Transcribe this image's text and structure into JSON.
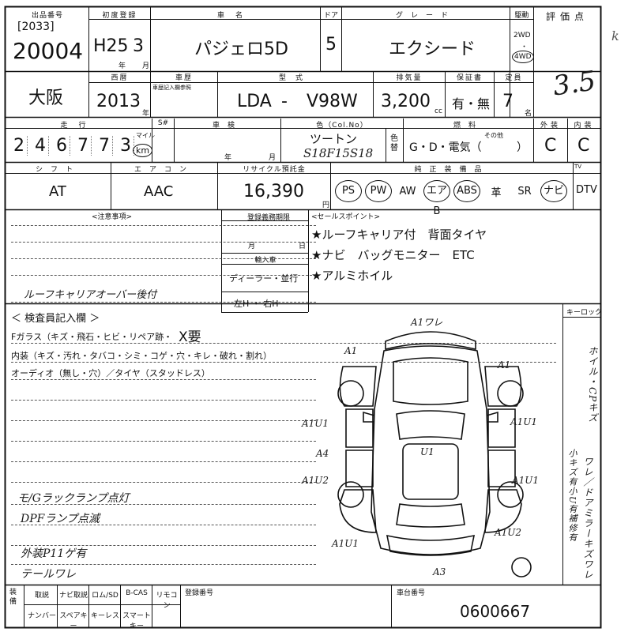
{
  "header": {
    "lot_label": "出品番号",
    "lot_sub": "[2033]",
    "lot_no": "20004",
    "first_reg_label": "初度登録",
    "first_reg_era": "H25",
    "first_reg_month": "3",
    "year_unit": "年",
    "month_unit": "月",
    "car_name_label": "車名",
    "car_name": "パジェロ5D",
    "door_label": "ドア",
    "doors": "5",
    "grade_label": "グレード",
    "grade": "エクシード",
    "drive_label": "駆動",
    "drive_2wd": "2WD",
    "drive_4wd": "4WD",
    "score_label": "評価点",
    "score": "3.5"
  },
  "row2": {
    "location": "大阪",
    "year_label": "西暦",
    "year": "2013",
    "year_unit": "年",
    "history_label": "車歴",
    "history_sub": "車歴記入欄参照",
    "model_label": "型式",
    "model_prefix": "LDA",
    "model_dash": "-",
    "model_code": "V98W",
    "displacement_label": "排気量",
    "displacement": "3,200",
    "cc": "cc",
    "warranty_label": "保証書",
    "warranty": "有・無",
    "capacity_label": "定員",
    "capacity": "7",
    "capacity_unit": "名"
  },
  "row3": {
    "mileage_label": "走行",
    "mileage_digits": [
      "2",
      "4",
      "6",
      "7",
      "7",
      "3"
    ],
    "mile": "マイル",
    "km": "km",
    "smeter_label": "S#",
    "inspection_label": "車検",
    "year_unit": "年",
    "month_unit": "月",
    "color_label": "色（Col.No）",
    "color": "ツートン",
    "color_code": "S18F15S18",
    "color_change_label": "色替",
    "fuel_label": "燃料",
    "fuel": "G・D・電気（",
    "fuel_other": "その他",
    "fuel_close": "）",
    "exterior_label": "外装",
    "exterior": "C",
    "interior_label": "内装",
    "interior": "C"
  },
  "row4": {
    "shift_label": "シフト",
    "shift": "AT",
    "ac_label": "エアコン",
    "ac": "AAC",
    "recycle_label": "リサイクル預託金",
    "recycle": "16,390",
    "yen": "円",
    "options_label": "純正装備品",
    "options": [
      {
        "text": "PS",
        "circled": true
      },
      {
        "text": "PW",
        "circled": true
      },
      {
        "text": "AW",
        "circled": false
      },
      {
        "text": "エアB",
        "circled": true
      },
      {
        "text": "ABS",
        "circled": true
      },
      {
        "text": "革",
        "circled": false
      },
      {
        "text": "SR",
        "circled": false
      },
      {
        "text": "ナビ",
        "circled": true
      }
    ],
    "tv_label": "TV",
    "tv": "DTV"
  },
  "notes": {
    "caution_label": "<注意事項>",
    "caution_note": "ルーフキャリアオーバー後付",
    "reg_expiry_label": "登録義務期限",
    "reg_month": "月",
    "reg_day": "日",
    "import_label": "輸入車",
    "import_type": "ディーラー・並行",
    "steering": "左H ・ 右H",
    "sales_label": "<セールスポイント>",
    "sales_points": [
      "★ルーフキャリア付　背面タイヤ",
      "★ナビ　バッグモニター　ETC",
      "★アルミホイル"
    ]
  },
  "inspector": {
    "title": "＜ 検査員記入欄 ＞",
    "lines": [
      "Fガラス（キズ・飛石・ヒビ・リペア跡・",
      "内装（キズ・汚れ・タバコ・シミ・コゲ・穴・キレ・破れ・割れ）",
      "オーディオ（無し・穴）／タイヤ（スタッドレス）"
    ],
    "glass_mark": "X要",
    "hand_notes": [
      "モ/Gラックランプ点灯",
      "DPFランプ点滅",
      "外装P11ゲ有",
      "テールワレ"
    ]
  },
  "keylock": {
    "label": "キーロック",
    "vertical_notes": [
      "ホイル・CPキズ",
      "ワレ／ドアミラーキズワレ",
      "小キズ有小U有補修有"
    ]
  },
  "car_marks": [
    "A1ワレ",
    "A1",
    "A1",
    "A1U1",
    "U1",
    "A1U1",
    "A4",
    "A1U2",
    "A1U1",
    "A1U1",
    "A1U2",
    "A3"
  ],
  "footer": {
    "equip_label": "装備",
    "items_top": [
      "取説",
      "ナビ取説",
      "ロム/SD",
      "B-CAS",
      "リモコン"
    ],
    "items_bottom": [
      "ナンバー",
      "スペアキー",
      "キーレス",
      "スマートキー"
    ],
    "reg_no_label": "登録番号",
    "frame_no_label": "車台番号",
    "frame_no": "0600667"
  },
  "corner_mark": "k"
}
